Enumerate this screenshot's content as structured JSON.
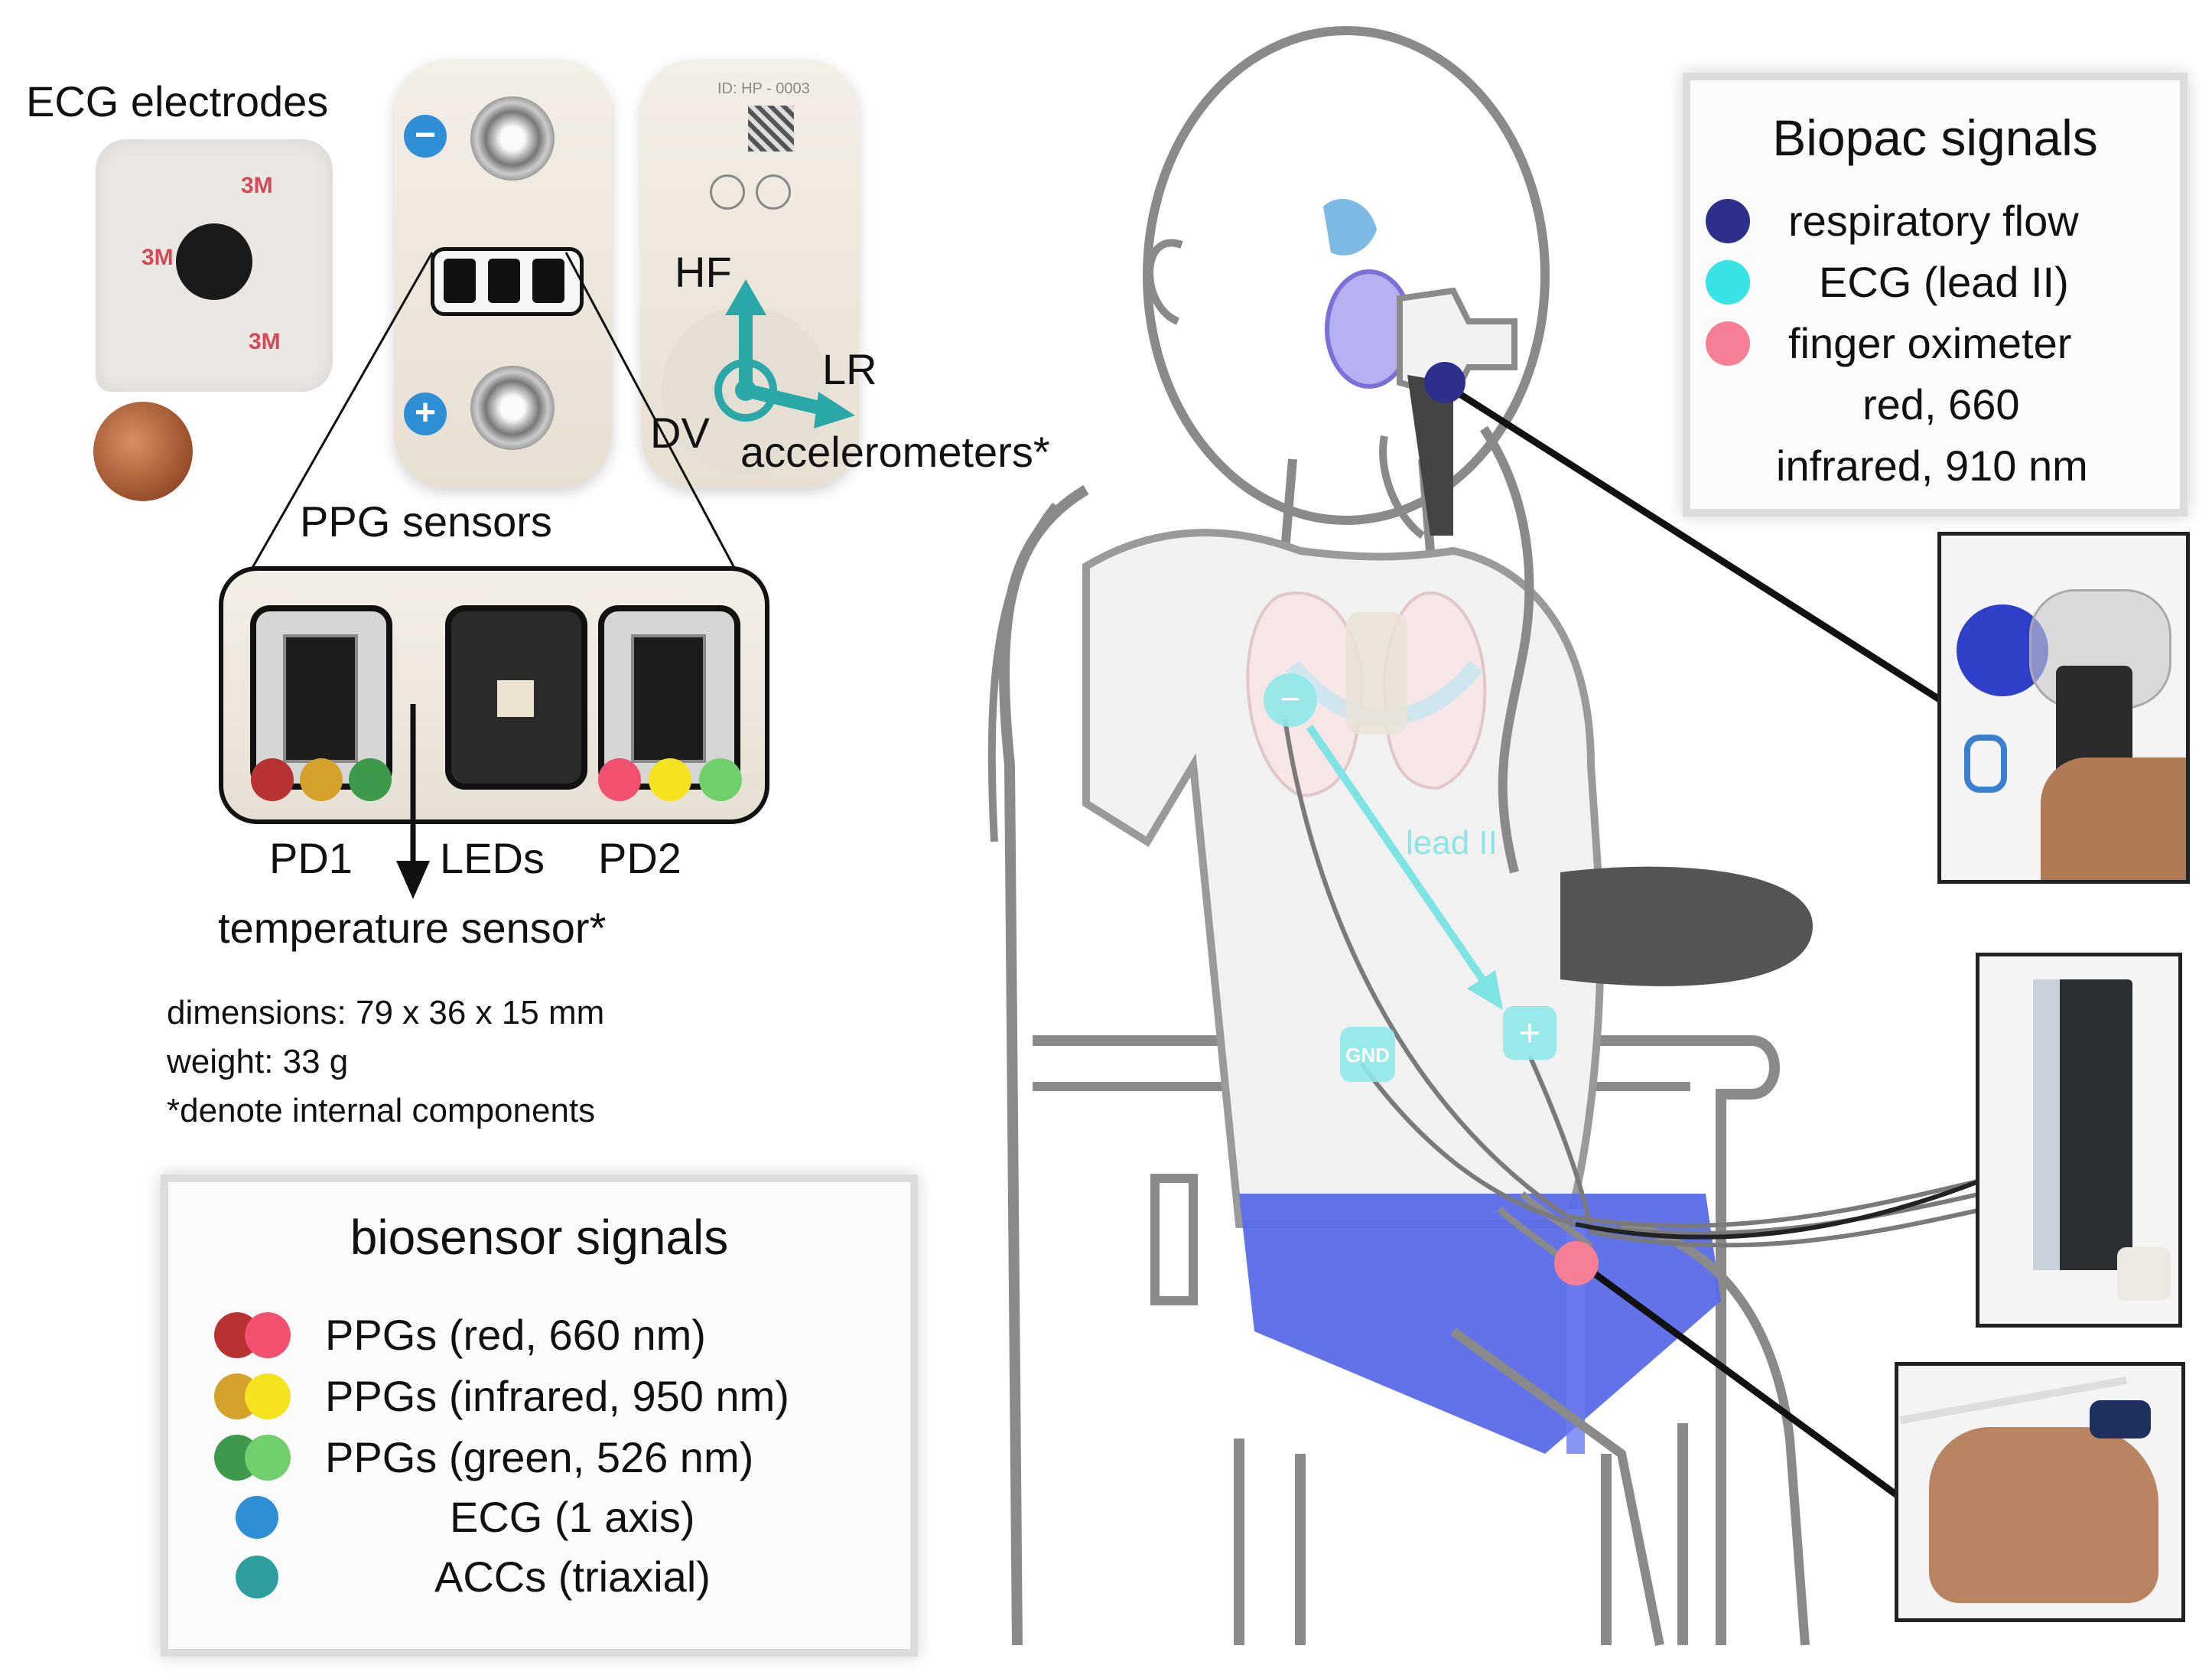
{
  "device": {
    "ecg_electrodes_label": "ECG electrodes",
    "electrode_print": "3M",
    "device_id": "ID: HP - 0003",
    "axis_hf": "HF",
    "axis_lr": "LR",
    "axis_dv": "DV",
    "accelerometers_label": "accelerometers*",
    "ppg_sensors_label": "PPG sensors",
    "pd1_label": "PD1",
    "leds_label": "LEDs",
    "pd2_label": "PD2",
    "temperature_label": "temperature sensor*",
    "dimensions": "dimensions:  79 x 36 x 15 mm",
    "weight": "weight: 33 g",
    "internal_note": "*denote internal components",
    "electrode_minus_symbol": "−",
    "electrode_plus_symbol": "+"
  },
  "biosensor_legend": {
    "title": "biosensor signals",
    "items": [
      {
        "label": "PPGs (red, 660 nm)",
        "colors": [
          "#b83232",
          "#f2506f"
        ]
      },
      {
        "label": "PPGs (infrared, 950 nm)",
        "colors": [
          "#d4a22a",
          "#f6e320"
        ]
      },
      {
        "label": "PPGs (green, 526 nm)",
        "colors": [
          "#3c9a4a",
          "#6fcf6a"
        ]
      },
      {
        "label": "ECG (1 axis)",
        "colors": [
          "#2f8fd6"
        ]
      },
      {
        "label": "ACCs (triaxial)",
        "colors": [
          "#2f9e9e"
        ]
      }
    ]
  },
  "biopac_legend": {
    "title": "Biopac signals",
    "items": [
      {
        "label": "respiratory flow",
        "color": "#2e2f8a"
      },
      {
        "label": "ECG (lead II)",
        "color": "#38e3e3"
      },
      {
        "label": "finger oximeter",
        "color": "#f77f95"
      }
    ],
    "sub_lines": [
      "red, 660",
      "infrared, 910 nm"
    ]
  },
  "body": {
    "lead_label": "lead II",
    "gnd_label": "GND",
    "minus_symbol": "−",
    "plus_symbol": "+"
  },
  "colors": {
    "accent_teal": "#2aa7a7",
    "ecg_blue": "#2f8fd6",
    "seat_blue": "#5a6be8",
    "outline_gray": "#888888"
  }
}
